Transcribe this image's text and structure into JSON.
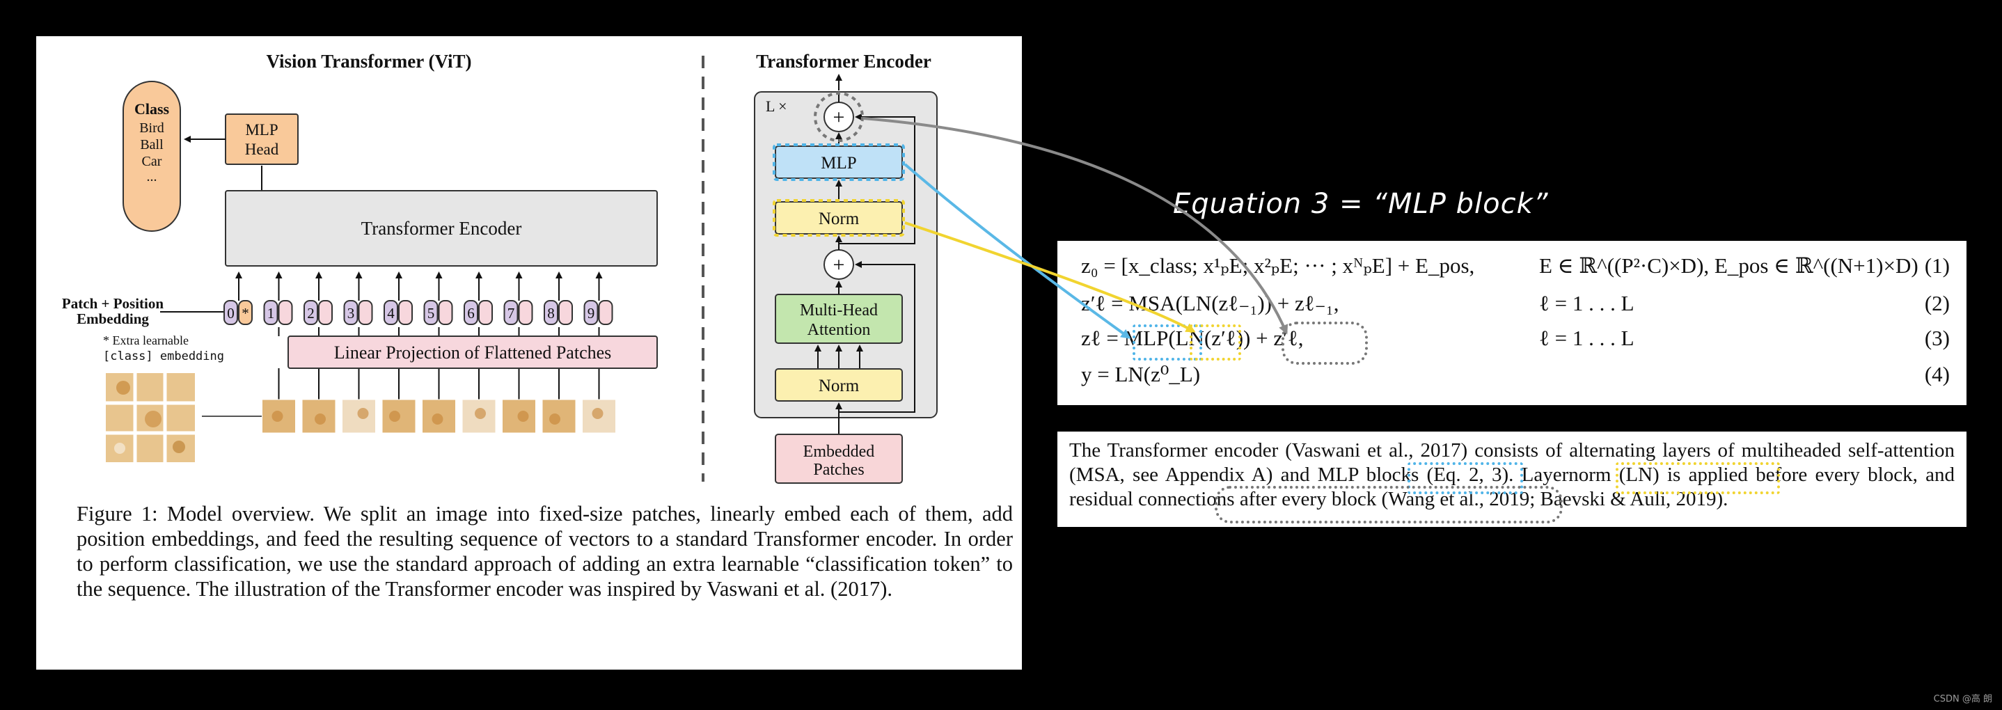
{
  "vit": {
    "title": "Vision Transformer (ViT)",
    "class_box": {
      "title": "Class",
      "items": [
        "Bird",
        "Ball",
        "Car",
        "..."
      ]
    },
    "mlp_head": [
      "MLP",
      "Head"
    ],
    "encoder_label": "Transformer Encoder",
    "patch_label": [
      "Patch + Position",
      "Embedding"
    ],
    "extra_note": [
      "* Extra learnable",
      "[class] embedding"
    ],
    "tokens": [
      "0",
      "1",
      "2",
      "3",
      "4",
      "5",
      "6",
      "7",
      "8",
      "9"
    ],
    "projection_label": "Linear Projection of Flattened Patches"
  },
  "encoder": {
    "title": "Transformer Encoder",
    "repeat": "L ×",
    "mlp": "MLP",
    "norm": "Norm",
    "attention": [
      "Multi-Head",
      "Attention"
    ],
    "embedded": [
      "Embedded",
      "Patches"
    ],
    "plus": "+"
  },
  "caption": "Figure 1: Model overview. We split an image into fixed-size patches, linearly embed each of them, add position embeddings, and feed the resulting sequence of vectors to a standard Transformer encoder. In order to perform classification, we use the standard approach of adding an extra learnable “classification token” to the sequence. The illustration of the Transformer encoder was inspired by Vaswani et al. (2017).",
  "annotation_title": "Equation 3 = “MLP block”",
  "equations": [
    {
      "lhs": "z₀ = [x_class; x¹ₚE; x²ₚE; ··· ; xᴺₚE] + E_pos,",
      "rhs": "E ∈ ℝ^((P²·C)×D), E_pos ∈ ℝ^((N+1)×D)",
      "num": "(1)"
    },
    {
      "lhs": "z′ℓ = MSA(LN(zℓ₋₁)) + zℓ₋₁,",
      "rhs": "ℓ = 1 . . . L",
      "num": "(2)"
    },
    {
      "lhs": "zℓ = MLP(LN(z′ℓ)) + z′ℓ,",
      "rhs": "ℓ = 1 . . . L",
      "num": "(3)"
    },
    {
      "lhs": "y = LN(z⁰_L)",
      "rhs": "",
      "num": "(4)"
    }
  ],
  "paragraph": "The Transformer encoder (Vaswani et al., 2017) consists of alternating layers of multiheaded self-attention (MSA, see Appendix A) and MLP blocks (Eq. 2, 3). Layernorm (LN) is applied before every block, and residual connections after every block (Wang et al., 2019; Baevski & Auli, 2019).",
  "watermark": "CSDN @高 朗",
  "colors": {
    "mlp_head": "#f9c99a",
    "encoder": "#e6e6e6",
    "token": "#d6c7e6",
    "projection": "#f7d7dd",
    "mlp": "#bfe1f7",
    "norm": "#fcf0b0",
    "attention": "#c3e6ae",
    "embedded": "#f8d6d8",
    "blue_mark": "#4fb4e8",
    "yellow_mark": "#f1d430",
    "gray_mark": "#888888"
  }
}
